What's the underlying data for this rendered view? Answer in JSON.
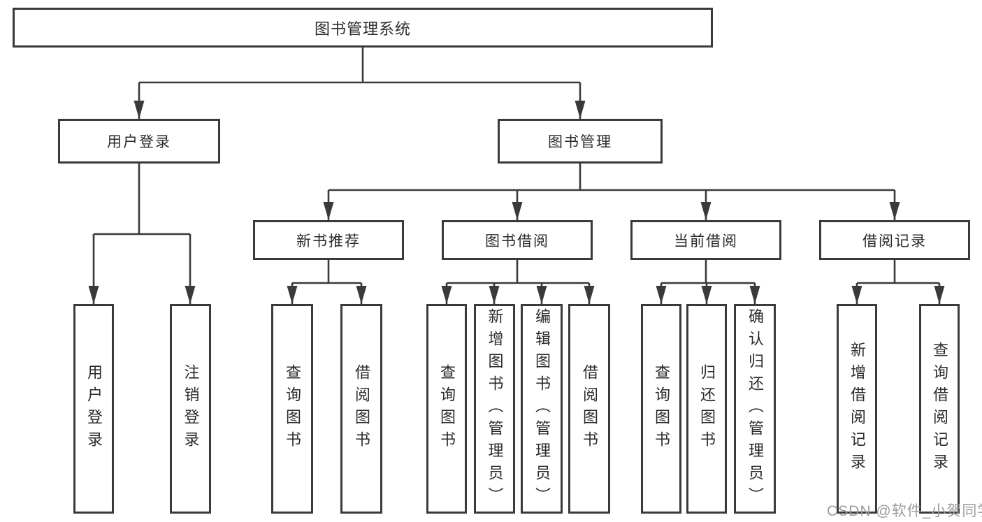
{
  "diagram": {
    "root": {
      "label": "图书管理系统"
    },
    "level2": [
      {
        "label": "用户登录"
      },
      {
        "label": "图书管理"
      }
    ],
    "level3": [
      {
        "label": "新书推荐"
      },
      {
        "label": "图书借阅"
      },
      {
        "label": "当前借阅"
      },
      {
        "label": "借阅记录"
      }
    ],
    "leaves": {
      "under_user_login": [
        "用户登录",
        "注销登录"
      ],
      "under_new_book_rec": [
        "查询图书",
        "借阅图书"
      ],
      "under_book_borrow": [
        "查询图书",
        "新增图书（管理员）",
        "编辑图书（管理员）",
        "借阅图书"
      ],
      "under_current_borrow": [
        "查询图书",
        "归还图书",
        "确认归还（管理员）"
      ],
      "under_borrow_record": [
        "新增借阅记录",
        "查询借阅记录"
      ]
    },
    "hierarchy": [
      {
        "parent": "图书管理系统",
        "children": [
          "用户登录",
          "图书管理"
        ]
      },
      {
        "parent": "用户登录",
        "children": [
          "用户登录",
          "注销登录"
        ]
      },
      {
        "parent": "图书管理",
        "children": [
          "新书推荐",
          "图书借阅",
          "当前借阅",
          "借阅记录"
        ]
      },
      {
        "parent": "新书推荐",
        "children": [
          "查询图书",
          "借阅图书"
        ]
      },
      {
        "parent": "图书借阅",
        "children": [
          "查询图书",
          "新增图书（管理员）",
          "编辑图书（管理员）",
          "借阅图书"
        ]
      },
      {
        "parent": "当前借阅",
        "children": [
          "查询图书",
          "归还图书",
          "确认归还（管理员）"
        ]
      },
      {
        "parent": "借阅记录",
        "children": [
          "新增借阅记录",
          "查询借阅记录"
        ]
      }
    ],
    "watermark": "CSDN @软件_小贺同学",
    "colors": {
      "line": "#3a3a3a",
      "box_border": "#3a3a3a",
      "box_fill": "#ffffff",
      "text": "#2b2b2b",
      "watermark": "#9c9c9c",
      "background": "#ffffff"
    }
  }
}
